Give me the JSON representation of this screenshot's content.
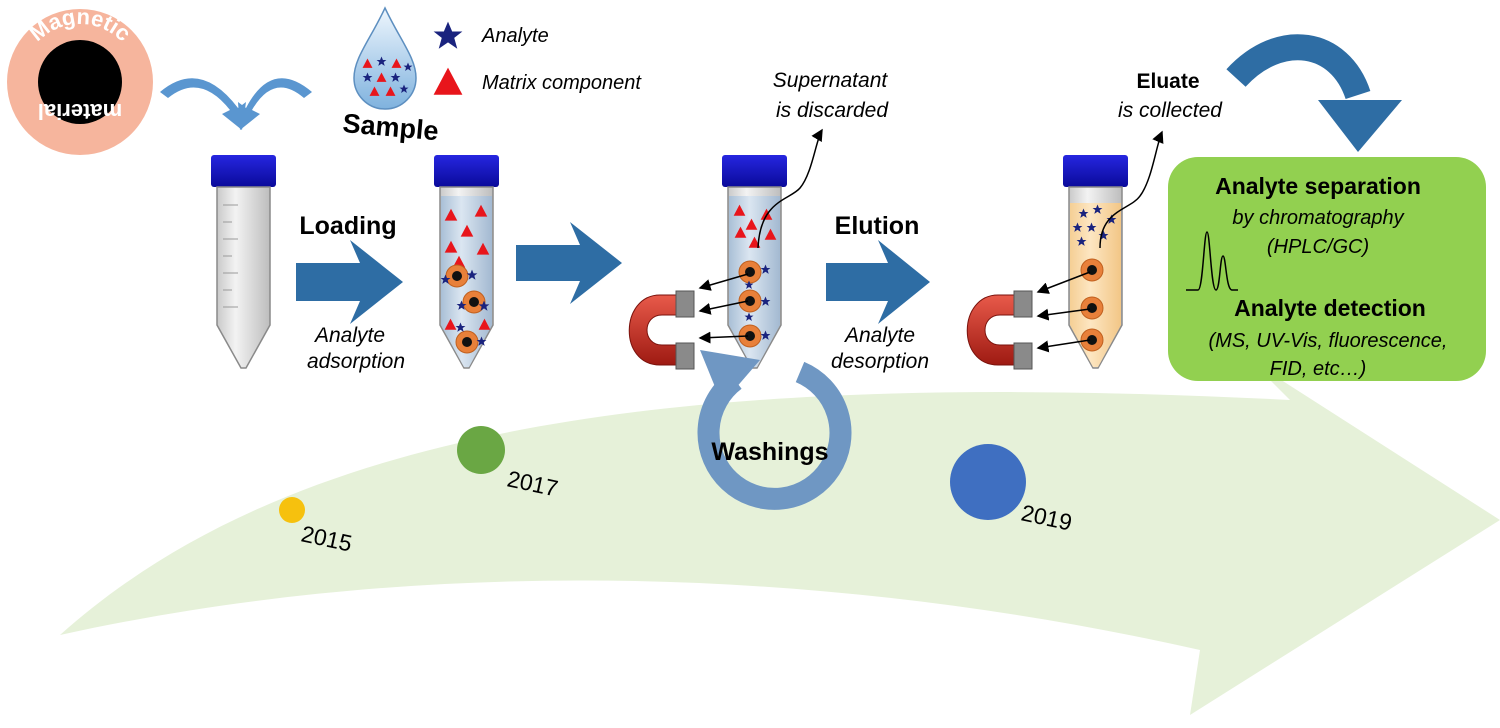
{
  "magnetic_material": {
    "line1": "Magnetic",
    "line2": "material"
  },
  "sample": {
    "label": "Sample"
  },
  "legend": {
    "analyte": "Analyte",
    "matrix": "Matrix component"
  },
  "steps": {
    "loading": {
      "title": "Loading",
      "line1": "Analyte",
      "line2": "adsorption"
    },
    "elution": {
      "title": "Elution",
      "line1": "Analyte",
      "line2": "desorption"
    },
    "washings": {
      "title": "Washings"
    }
  },
  "notes": {
    "supernatant": {
      "line1": "Supernatant",
      "line2": "is discarded"
    },
    "eluate": {
      "bold": "Eluate",
      "line2": "is collected"
    }
  },
  "analysis_box": {
    "separation_title": "Analyte separation",
    "separation_line1": "by chromatography",
    "separation_line2": "(HPLC/GC)",
    "detection_title": "Analyte detection",
    "detection_line1": "(MS, UV-Vis, fluorescence,",
    "detection_line2": "FID, etc…)"
  },
  "timeline": {
    "years": [
      {
        "label": "2015",
        "color": "#f6c10e"
      },
      {
        "label": "2017",
        "color": "#6aa744"
      },
      {
        "label": "2019",
        "color": "#3f6fc1"
      }
    ]
  },
  "colors": {
    "arrow_blue": "#2e6da4",
    "cap_blue": "#1414cc",
    "analyte_star": "#1a237e",
    "matrix_triangle": "#e8151b",
    "box_green": "#92d050",
    "timeline_green": "#e6f1d9",
    "particle_orange": "#e8803a",
    "wash_blue": "#6f97c3"
  }
}
